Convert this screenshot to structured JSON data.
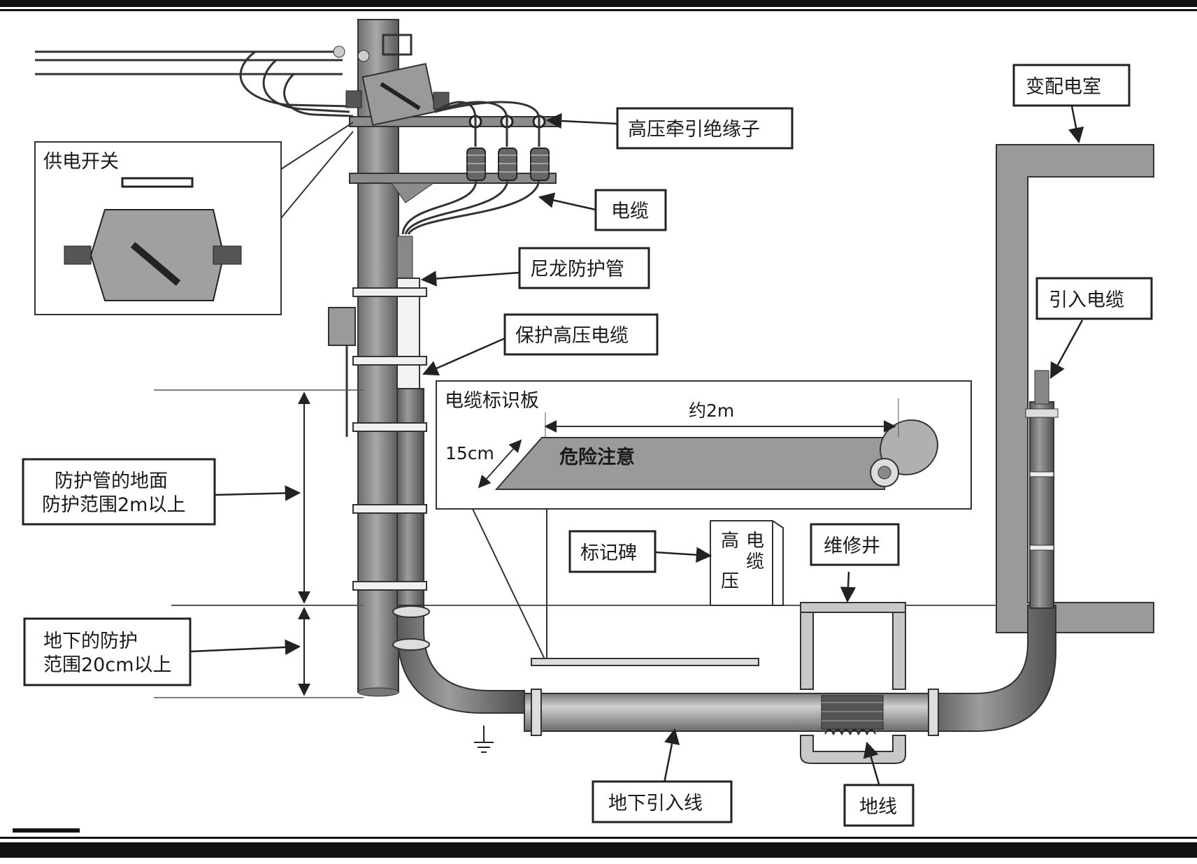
{
  "labels": {
    "switch_inset": "供电开关",
    "insulator": "高压牵引绝缘子",
    "cable": "电缆",
    "nylon_tube": "尼龙防护管",
    "protect_cable": "保护高压电缆",
    "substation": "变配电室",
    "incoming_cable": "引入电缆",
    "marker_board_title": "电缆标识板",
    "ribbon_length": "约2m",
    "ribbon_width": "15cm",
    "ribbon_text": "危险注意",
    "marker_post": "标记碑",
    "post_text": [
      "高",
      "压",
      "电",
      "缆"
    ],
    "manhole": "维修井",
    "underground_line": "地下引入线",
    "ground_wire": "地线",
    "ground_range_line1": "防护管的地面",
    "ground_range_line2": "防护范围2m以上",
    "underground_range_line1": "地下的防护",
    "underground_range_line2": "范围20cm以上"
  }
}
